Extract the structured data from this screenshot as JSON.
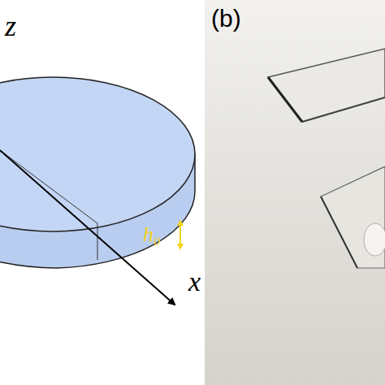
{
  "diagram": {
    "labels": [
      "z",
      "x",
      "h₀",
      "(b)"
    ]
  }
}
